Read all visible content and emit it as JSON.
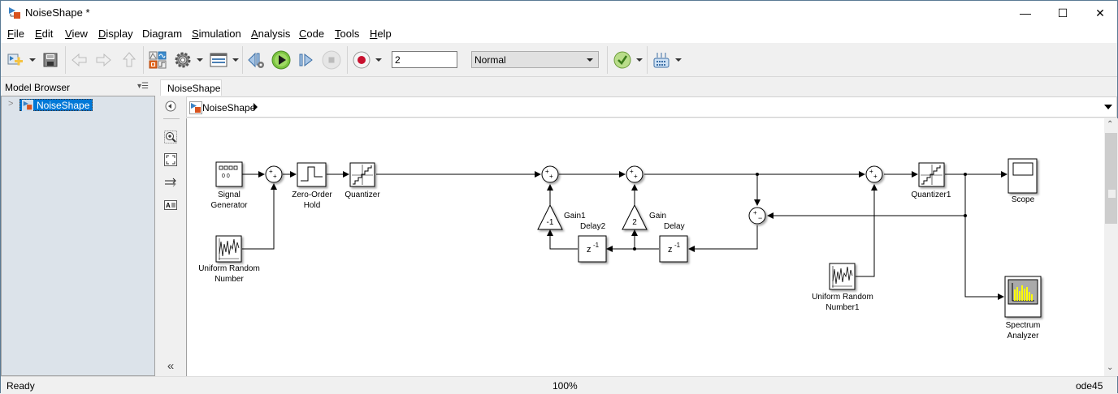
{
  "window": {
    "title": "NoiseShape *",
    "controls": {
      "minimize": "—",
      "maximize": "☐",
      "close": "✕"
    }
  },
  "menubar": {
    "items": [
      {
        "label": "File",
        "mnemonic": "F"
      },
      {
        "label": "Edit",
        "mnemonic": "E"
      },
      {
        "label": "View",
        "mnemonic": "V"
      },
      {
        "label": "Display",
        "mnemonic": "D"
      },
      {
        "label": "Diagram",
        "mnemonic": "g"
      },
      {
        "label": "Simulation",
        "mnemonic": "S"
      },
      {
        "label": "Analysis",
        "mnemonic": "A"
      },
      {
        "label": "Code",
        "mnemonic": "C"
      },
      {
        "label": "Tools",
        "mnemonic": "T"
      },
      {
        "label": "Help",
        "mnemonic": "H"
      }
    ]
  },
  "toolbar": {
    "icons": [
      "new-model-icon",
      "save-icon",
      "back-icon",
      "forward-icon",
      "up-icon",
      "library-browser-icon",
      "model-config-icon",
      "model-explorer-icon",
      "step-back-icon",
      "run-icon",
      "step-forward-icon",
      "stop-icon",
      "record-icon",
      "check-icon",
      "build-icon"
    ],
    "stop_time": "2",
    "sim_mode": "Normal"
  },
  "browser": {
    "title": "Model Browser",
    "tree": [
      {
        "label": "NoiseShape",
        "selected": true
      }
    ]
  },
  "tabs": [
    {
      "label": "NoiseShape",
      "active": true
    }
  ],
  "address": {
    "path": "NoiseShape"
  },
  "diagram": {
    "blocks": {
      "signal_generator": [
        "Signal",
        "Generator"
      ],
      "zero_order_hold": [
        "Zero-Order",
        "Hold"
      ],
      "quantizer": [
        "Quantizer"
      ],
      "uniform_random": [
        "Uniform Random",
        "Number"
      ],
      "gain1": {
        "label": "Gain1",
        "value": "-1"
      },
      "gain": {
        "label": "Gain",
        "value": "2"
      },
      "delay2": {
        "label": "Delay2",
        "value": "z",
        "exp": "-1"
      },
      "delay": {
        "label": "Delay",
        "value": "z",
        "exp": "-1"
      },
      "quantizer1": [
        "Quantizer1"
      ],
      "scope": [
        "Scope"
      ],
      "uniform_random1": [
        "Uniform Random",
        "Number1"
      ],
      "spectrum_analyzer": [
        "Spectrum",
        "Analyzer"
      ]
    },
    "sum_signs": {
      "plus": "+",
      "minus": "−"
    }
  },
  "status": {
    "left": "Ready",
    "zoom": "100%",
    "solver": "ode45"
  }
}
